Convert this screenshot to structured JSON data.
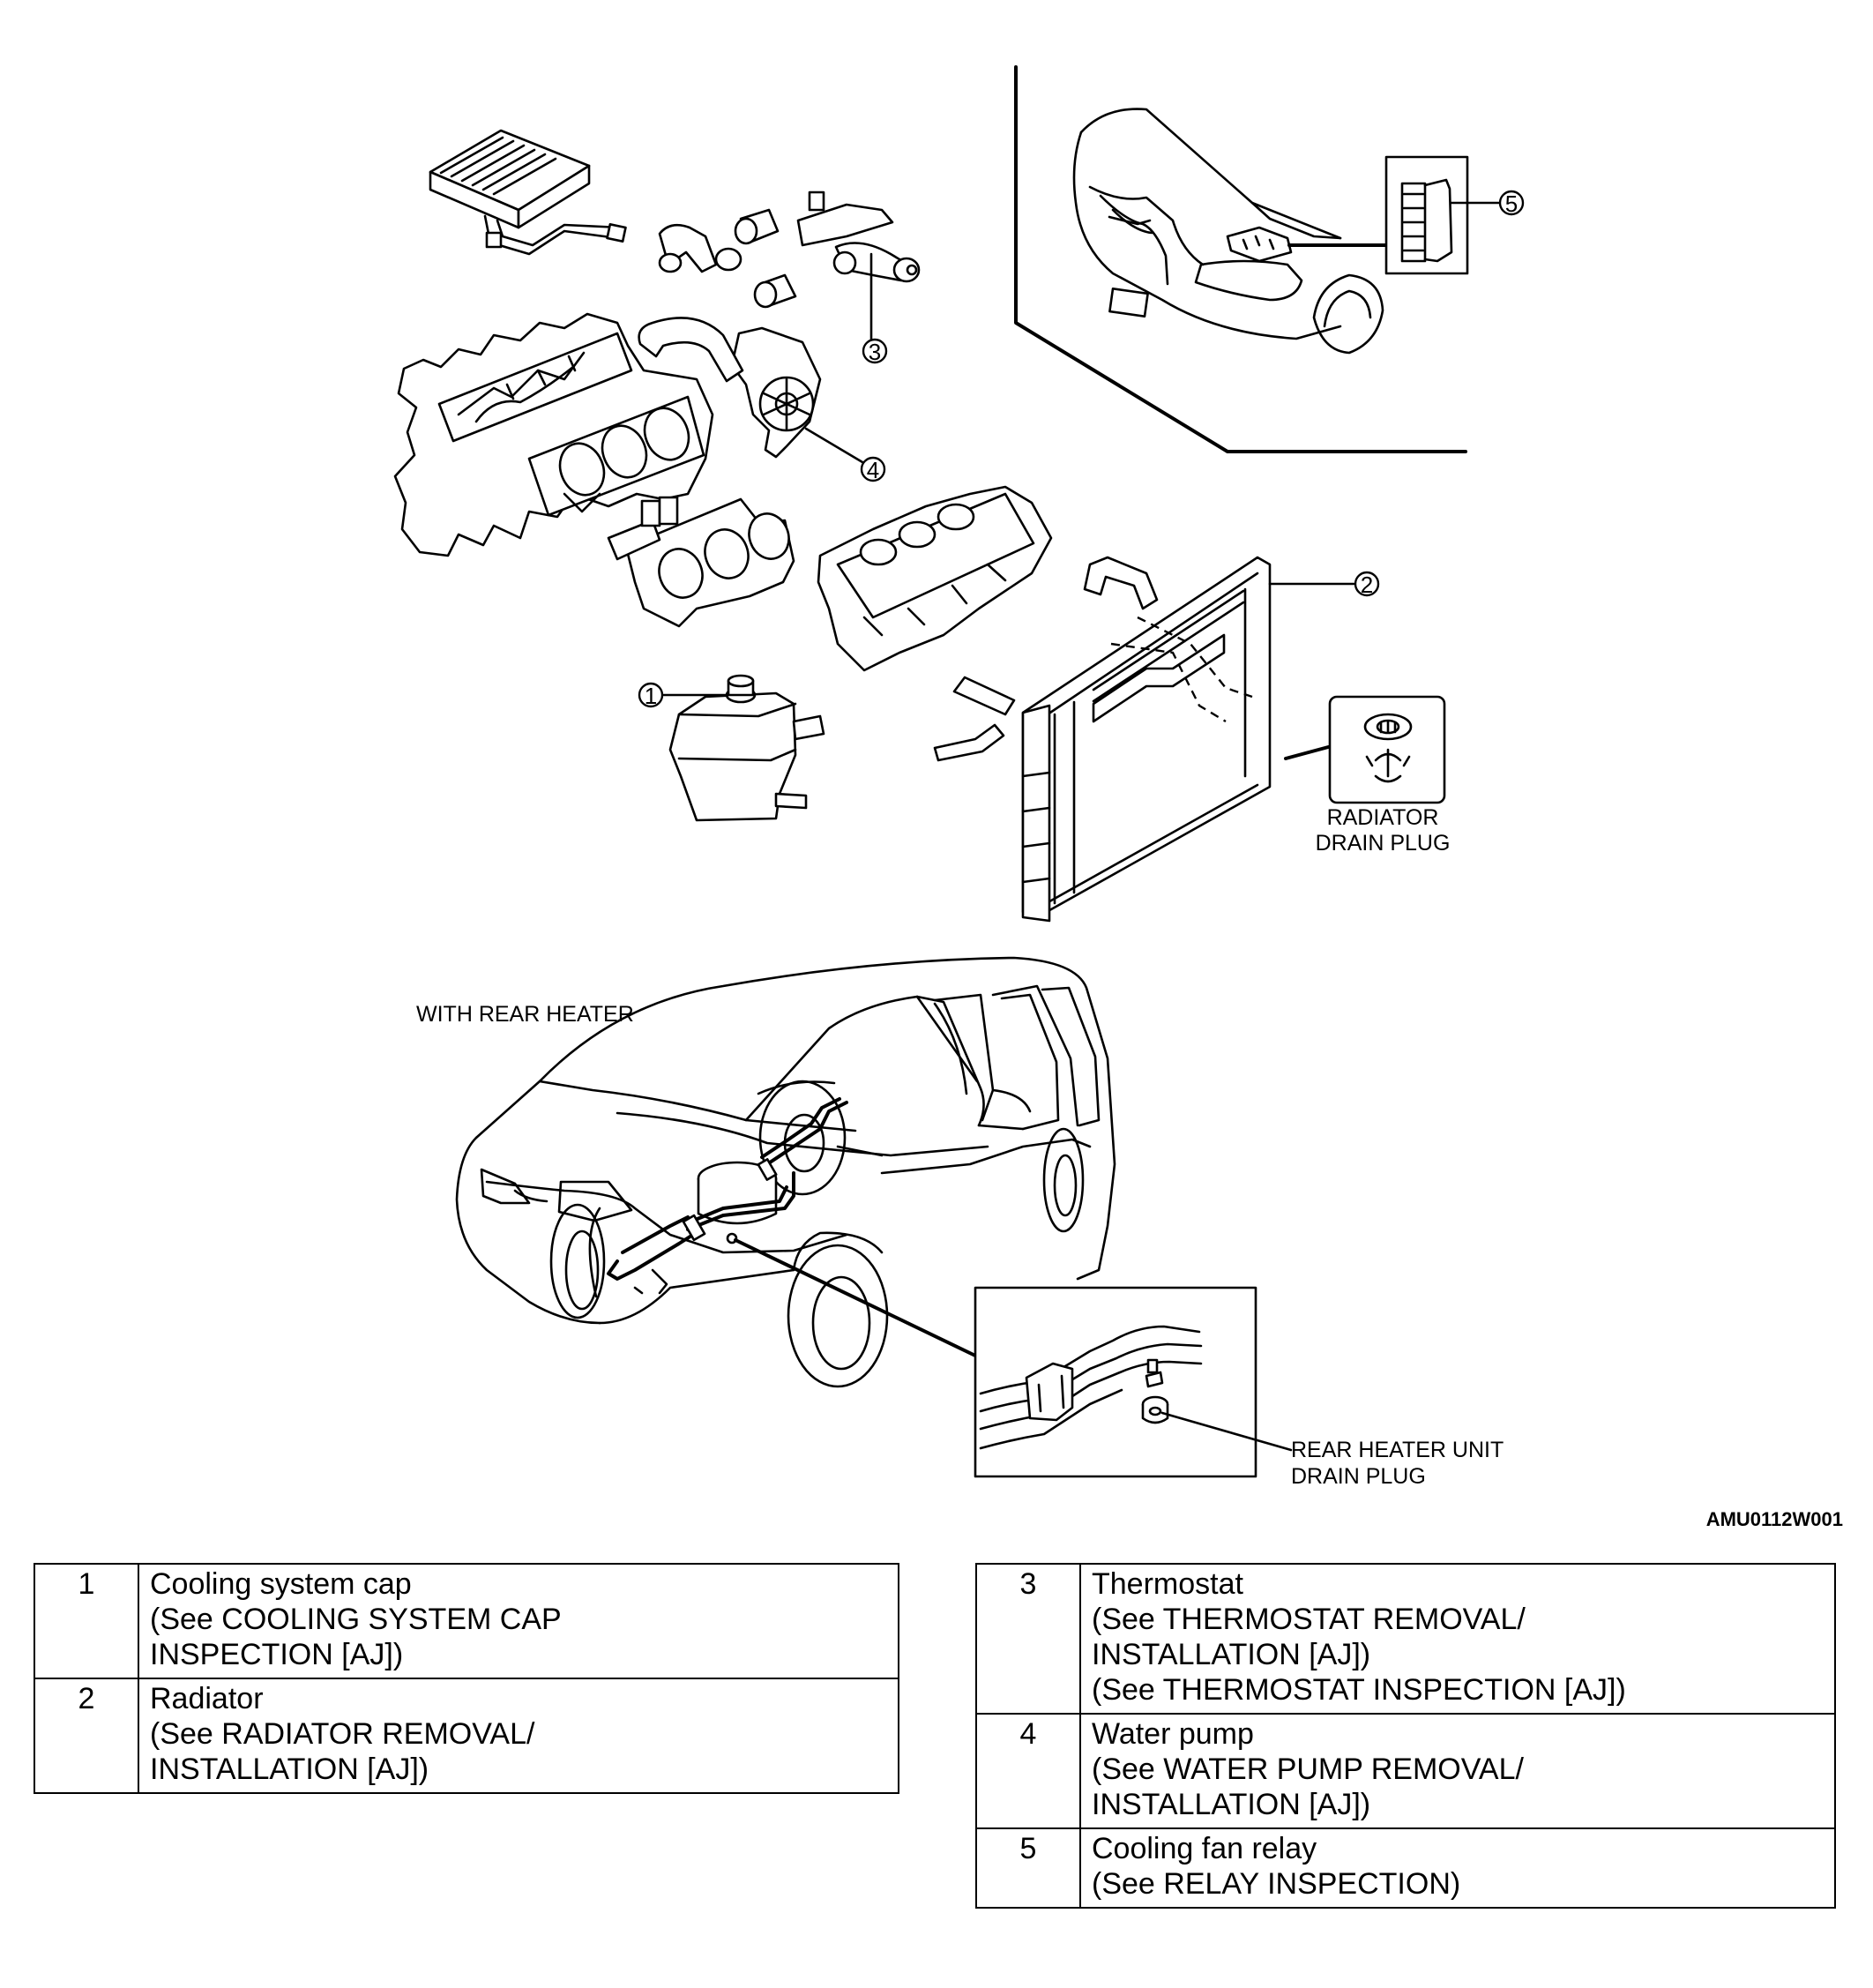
{
  "diagram": {
    "callouts": [
      "1",
      "2",
      "3",
      "4",
      "5"
    ],
    "labels": {
      "radiator_drain_plug": [
        "RADIATOR",
        "DRAIN PLUG"
      ],
      "with_rear_heater": "WITH REAR HEATER",
      "rear_heater_drain_plug": [
        "REAR HEATER UNIT",
        "DRAIN PLUG"
      ]
    },
    "figure_code": "AMU0112W001"
  },
  "table_left": [
    {
      "num": "1",
      "name": "Cooling system cap",
      "refs": [
        "(See COOLING SYSTEM CAP",
        "INSPECTION [AJ])"
      ]
    },
    {
      "num": "2",
      "name": "Radiator",
      "refs": [
        "(See RADIATOR REMOVAL/",
        "INSTALLATION [AJ])"
      ]
    }
  ],
  "table_right": [
    {
      "num": "3",
      "name": "Thermostat",
      "refs": [
        "(See THERMOSTAT REMOVAL/",
        "INSTALLATION [AJ])",
        "(See THERMOSTAT INSPECTION [AJ])"
      ]
    },
    {
      "num": "4",
      "name": "Water pump",
      "refs": [
        "(See WATER PUMP REMOVAL/",
        "INSTALLATION [AJ])"
      ]
    },
    {
      "num": "5",
      "name": "Cooling fan relay",
      "refs": [
        "(See RELAY INSPECTION)"
      ]
    }
  ]
}
